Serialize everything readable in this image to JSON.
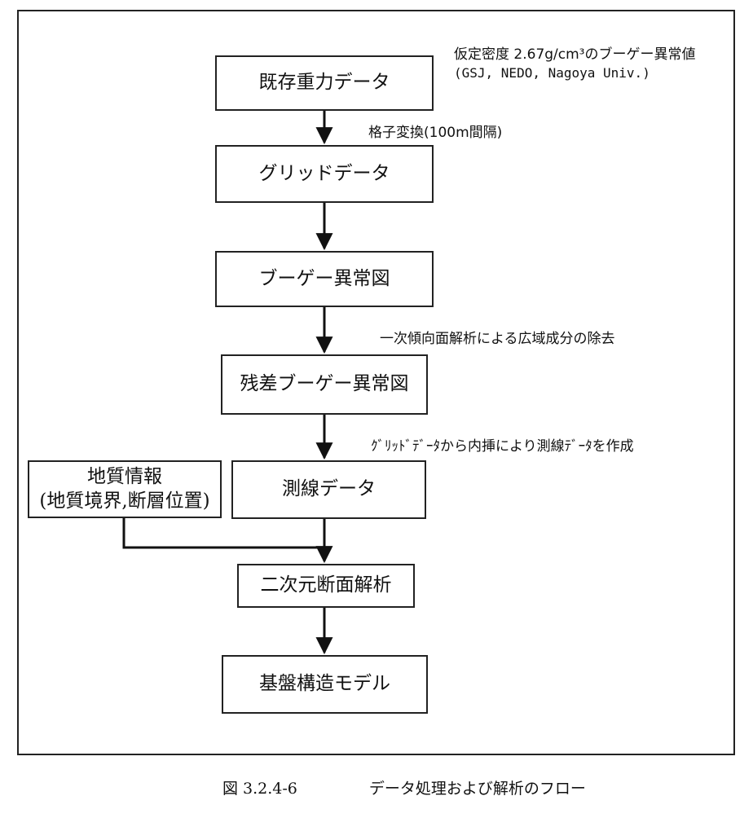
{
  "boxes": {
    "existing_gravity": "既存重力データ",
    "grid_data": "グリッドデータ",
    "bouguer_map": "ブーゲー異常図",
    "residual_bouguer": "残差ブーゲー異常図",
    "geology_info_line1": "地質情報",
    "geology_info_line2": "(地質境界,断層位置)",
    "survey_line_data": "測線データ",
    "section_analysis": "二次元断面解析",
    "basement_model": "基盤構造モデル"
  },
  "notes": {
    "density_line1": "仮定密度 2.67g/cm³のブーゲー異常値",
    "density_line2": "(GSJ, NEDO, Nagoya Univ.)",
    "grid_conversion": "格子変換(100m間隔)",
    "trend_removal": "一次傾向面解析による広域成分の除去",
    "interpolation": "ｸﾞﾘｯﾄﾞﾃﾞｰﾀから内挿により測線ﾃﾞｰﾀを作成"
  },
  "caption": {
    "number": "図 3.2.4-6",
    "title": "データ処理および解析のフロー"
  }
}
